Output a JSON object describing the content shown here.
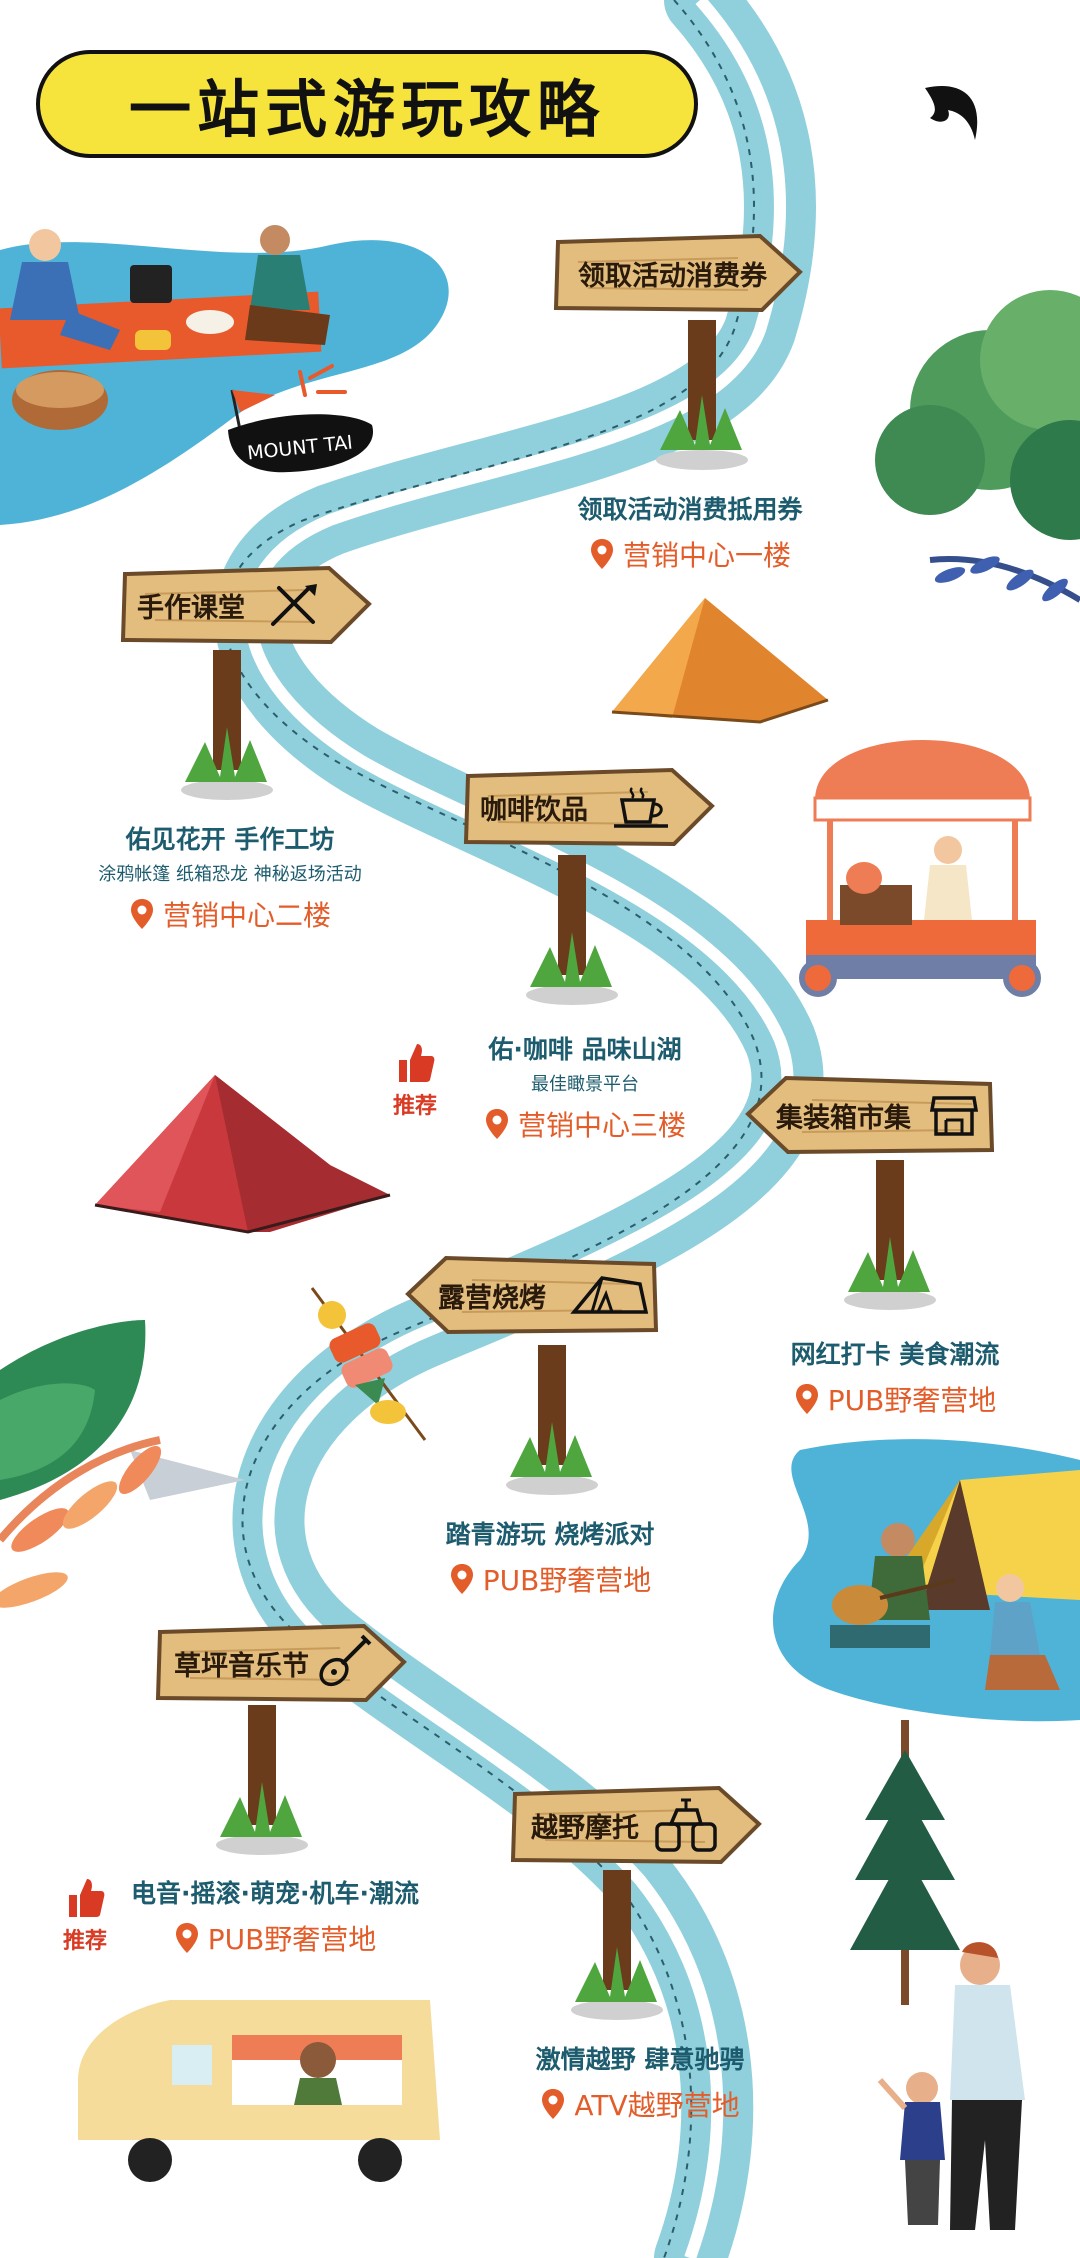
{
  "title": "一站式游玩攻略",
  "badge": {
    "text": "MOUNT TAI"
  },
  "recommend_label": "推荐",
  "colors": {
    "river": "#8fd0dc",
    "title_bg": "#f6e43c",
    "sign_wood": "#e2bd7d",
    "text_teal": "#1d5c6e",
    "location_orange": "#e35d2a",
    "recommend_red": "#d93a24"
  },
  "stops": [
    {
      "sign": "领取活动消费券",
      "line1": "领取活动消费抵用券",
      "location": "营销中心一楼"
    },
    {
      "sign": "手作课堂",
      "icon": "paintbrush-icon",
      "line1": "佑见花开 手作工坊",
      "line2": "涂鸦帐篷 纸箱恐龙 神秘返场活动",
      "location": "营销中心二楼"
    },
    {
      "sign": "咖啡饮品",
      "icon": "coffee-icon",
      "line1": "佑·咖啡  品味山湖",
      "line2": "最佳瞰景平台",
      "location": "营销中心三楼"
    },
    {
      "sign": "集装箱市集",
      "icon": "shop-icon",
      "line1": "网红打卡 美食潮流",
      "location": "PUB野奢营地"
    },
    {
      "sign": "露营烧烤",
      "icon": "tent-icon",
      "line1": "踏青游玩 烧烤派对",
      "location": "PUB野奢营地"
    },
    {
      "sign": "草坪音乐节",
      "icon": "guitar-icon",
      "line1": "电音·摇滚·萌宠·机车·潮流",
      "location": "PUB野奢营地"
    },
    {
      "sign": "越野摩托",
      "icon": "atv-icon",
      "line1": "激情越野 肆意驰骋",
      "location": "ATV越野营地"
    }
  ]
}
